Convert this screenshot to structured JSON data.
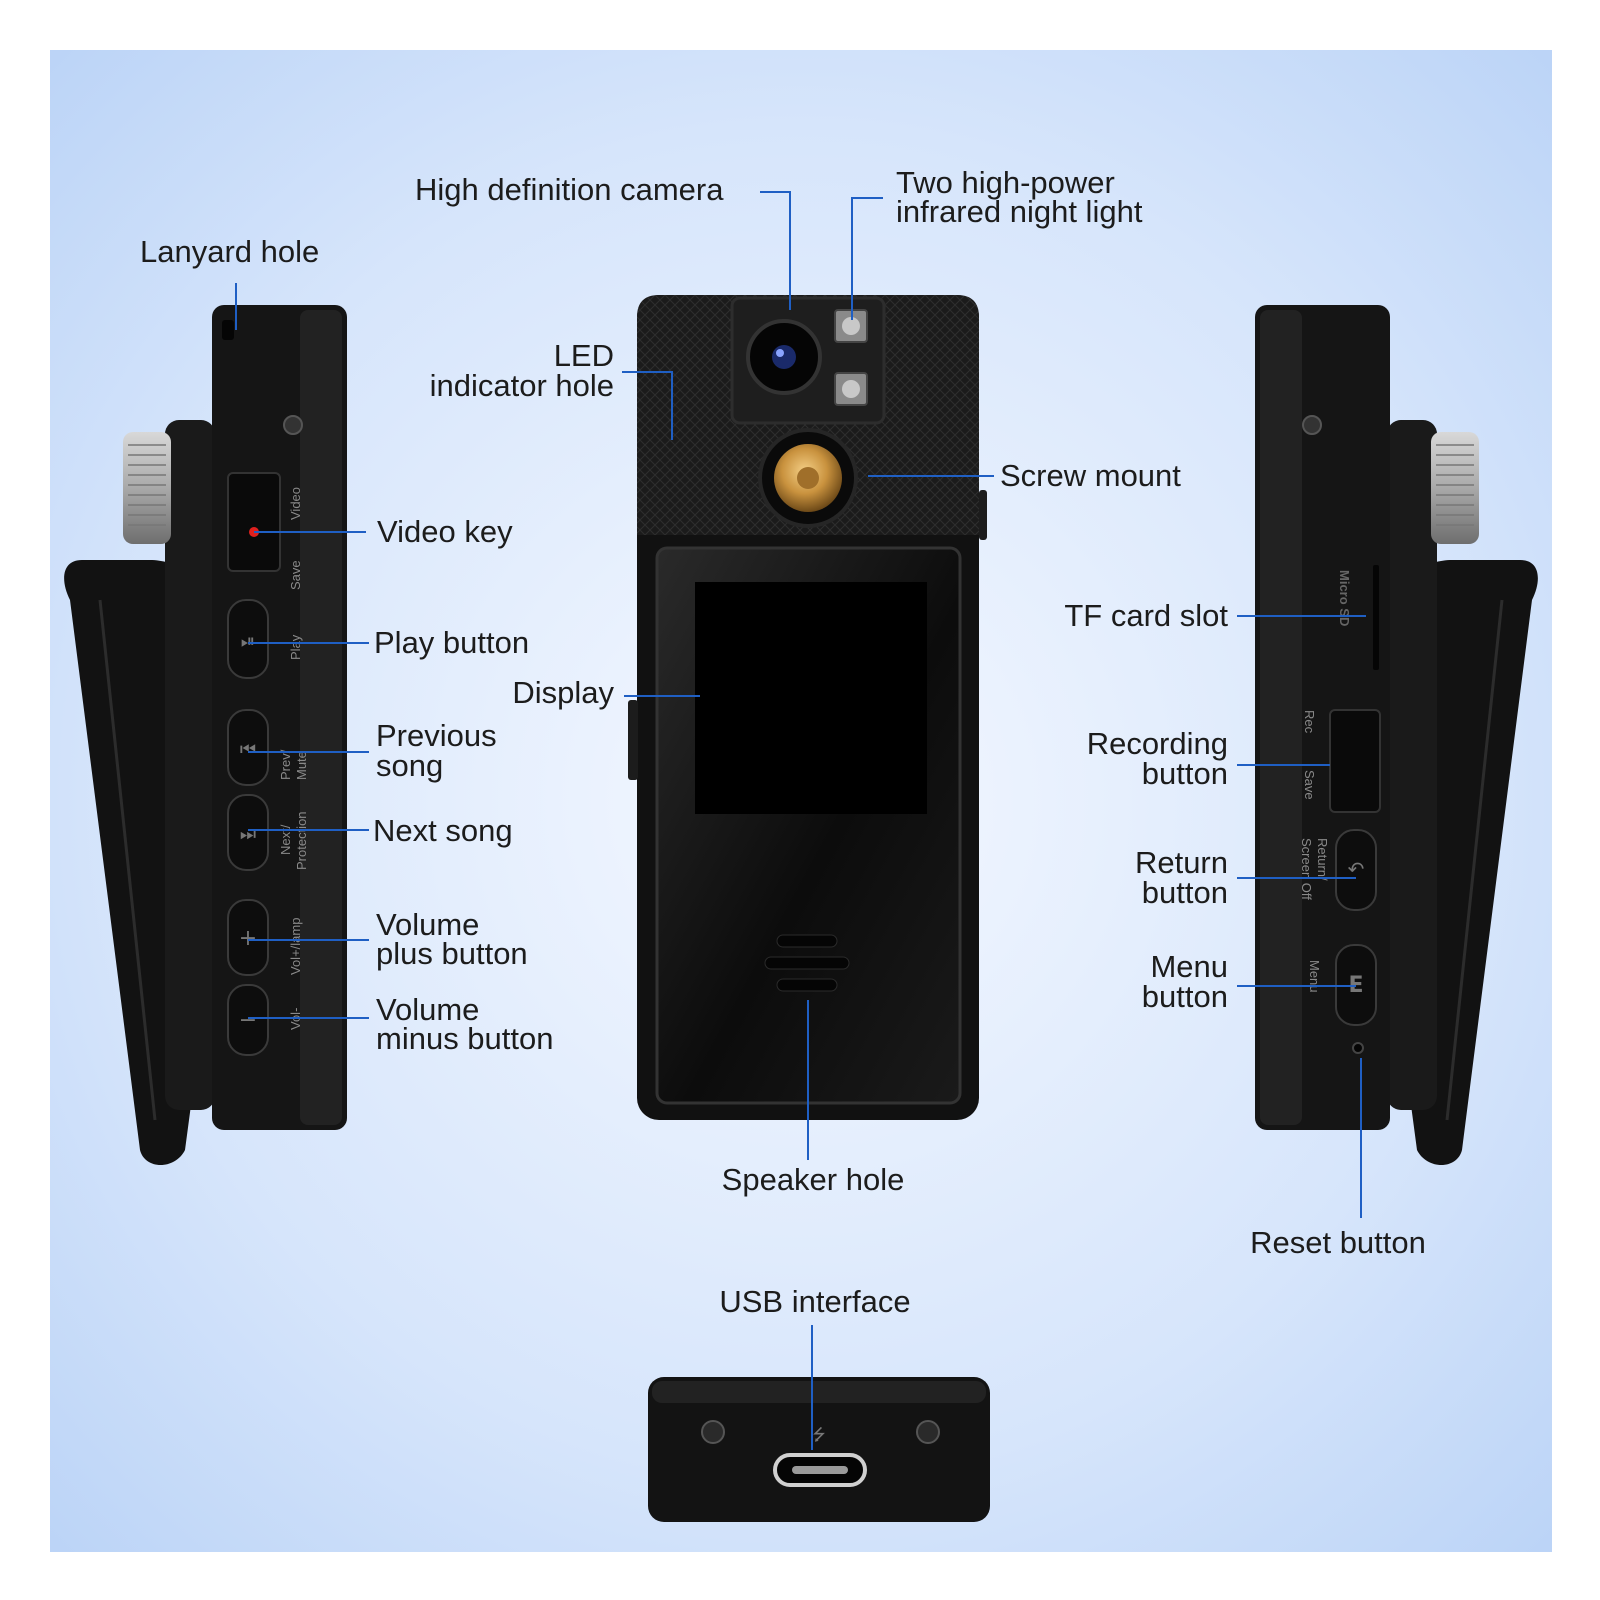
{
  "colors": {
    "background_outer": "#ffffff",
    "background_center": "#f4f8ff",
    "background_edge": "#b7d1f6",
    "device_body": "#141414",
    "leader_line": "#1f5fc4",
    "label_text": "#1c1c1c",
    "brass_mount": "#c9923e",
    "record_dot": "#e0201e"
  },
  "labels": {
    "lanyard_hole": "Lanyard hole",
    "hd_camera": "High definition camera",
    "ir_light_line1": "Two high-power",
    "ir_light_line2": "infrared night light",
    "led_line1": "LED",
    "led_line2": "indicator hole",
    "screw_mount": "Screw mount",
    "video_key": "Video key",
    "play_button": "Play button",
    "display": "Display",
    "previous_line1": "Previous",
    "previous_line2": "song",
    "next_song": "Next song",
    "vol_plus_line1": "Volume",
    "vol_plus_line2": "plus button",
    "vol_minus_line1": "Volume",
    "vol_minus_line2": "minus button",
    "tf_card_slot": "TF card slot",
    "recording_line1": "Recording",
    "recording_line2": "button",
    "return_line1": "Return",
    "return_line2": "button",
    "menu_line1": "Menu",
    "menu_line2": "button",
    "speaker_hole": "Speaker hole",
    "reset_button": "Reset button",
    "usb_interface": "USB interface"
  },
  "device_print": {
    "left": {
      "video": "Video",
      "save": "Save",
      "play": "Play",
      "prev": "Prev/",
      "mute": "Mute",
      "next": "Next/",
      "protection": "Protection",
      "vol_plus": "Vol+/lamp",
      "vol_minus": "Vol-"
    },
    "right": {
      "micro_sd": "Micro SD",
      "rec": "Rec",
      "save": "Save",
      "return": "Return/",
      "screen_off": "Screen Off",
      "menu": "Menu"
    }
  }
}
